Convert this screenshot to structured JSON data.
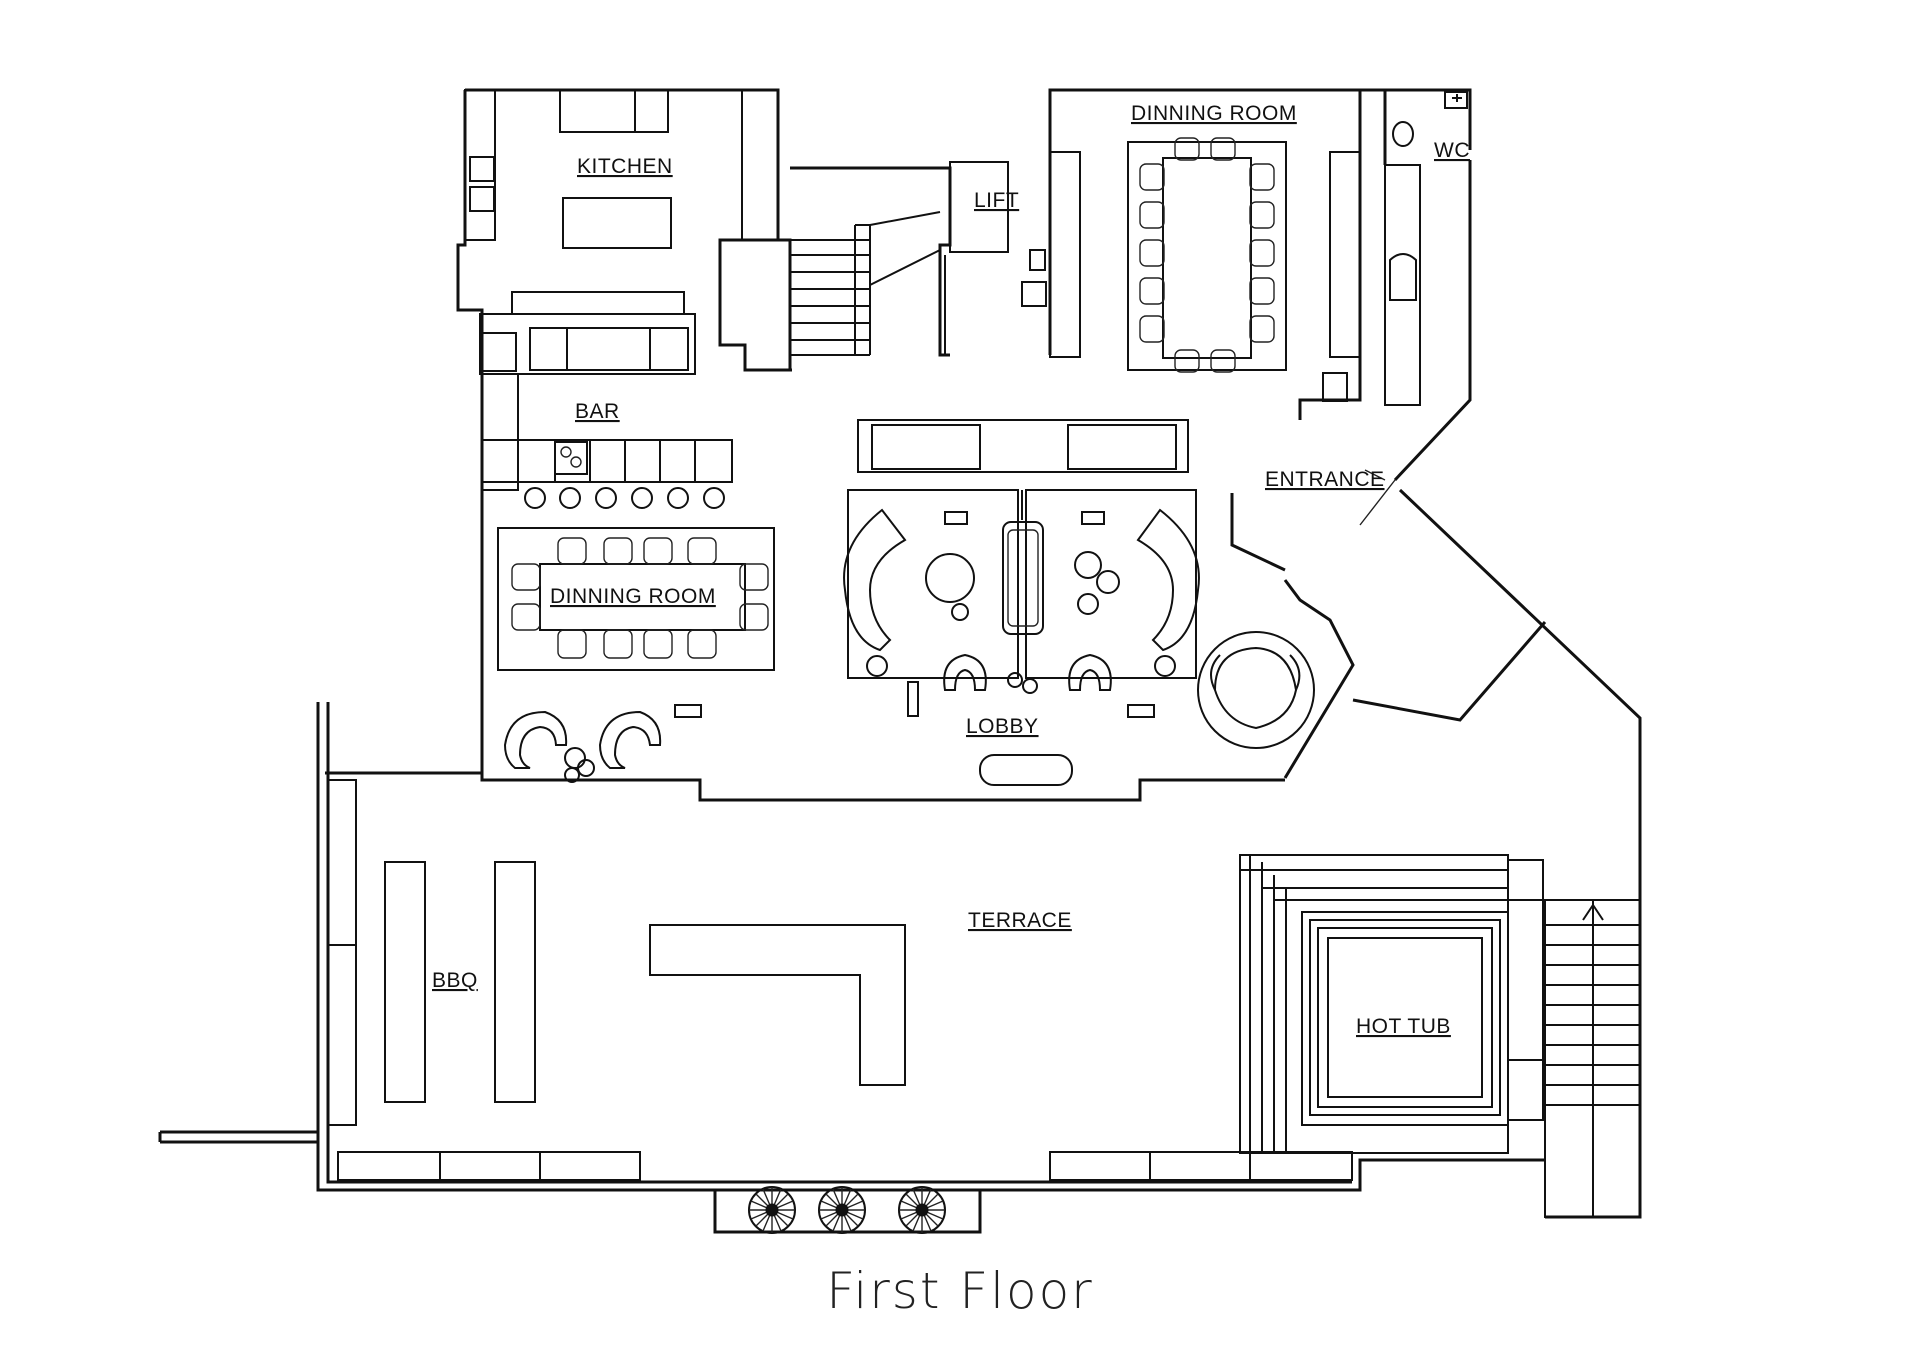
{
  "title": "First Floor",
  "rooms": {
    "kitchen": "KITCHEN",
    "lift": "LIFT",
    "dining_top": "DINNING ROOM",
    "wc": "WC",
    "bar": "BAR",
    "entrance": "ENTRANCE",
    "dining_bottom": "DINNING ROOM",
    "lobby": "LOBBY",
    "terrace": "TERRACE",
    "bbq": "BBQ",
    "hot_tub": "HOT TUB"
  }
}
